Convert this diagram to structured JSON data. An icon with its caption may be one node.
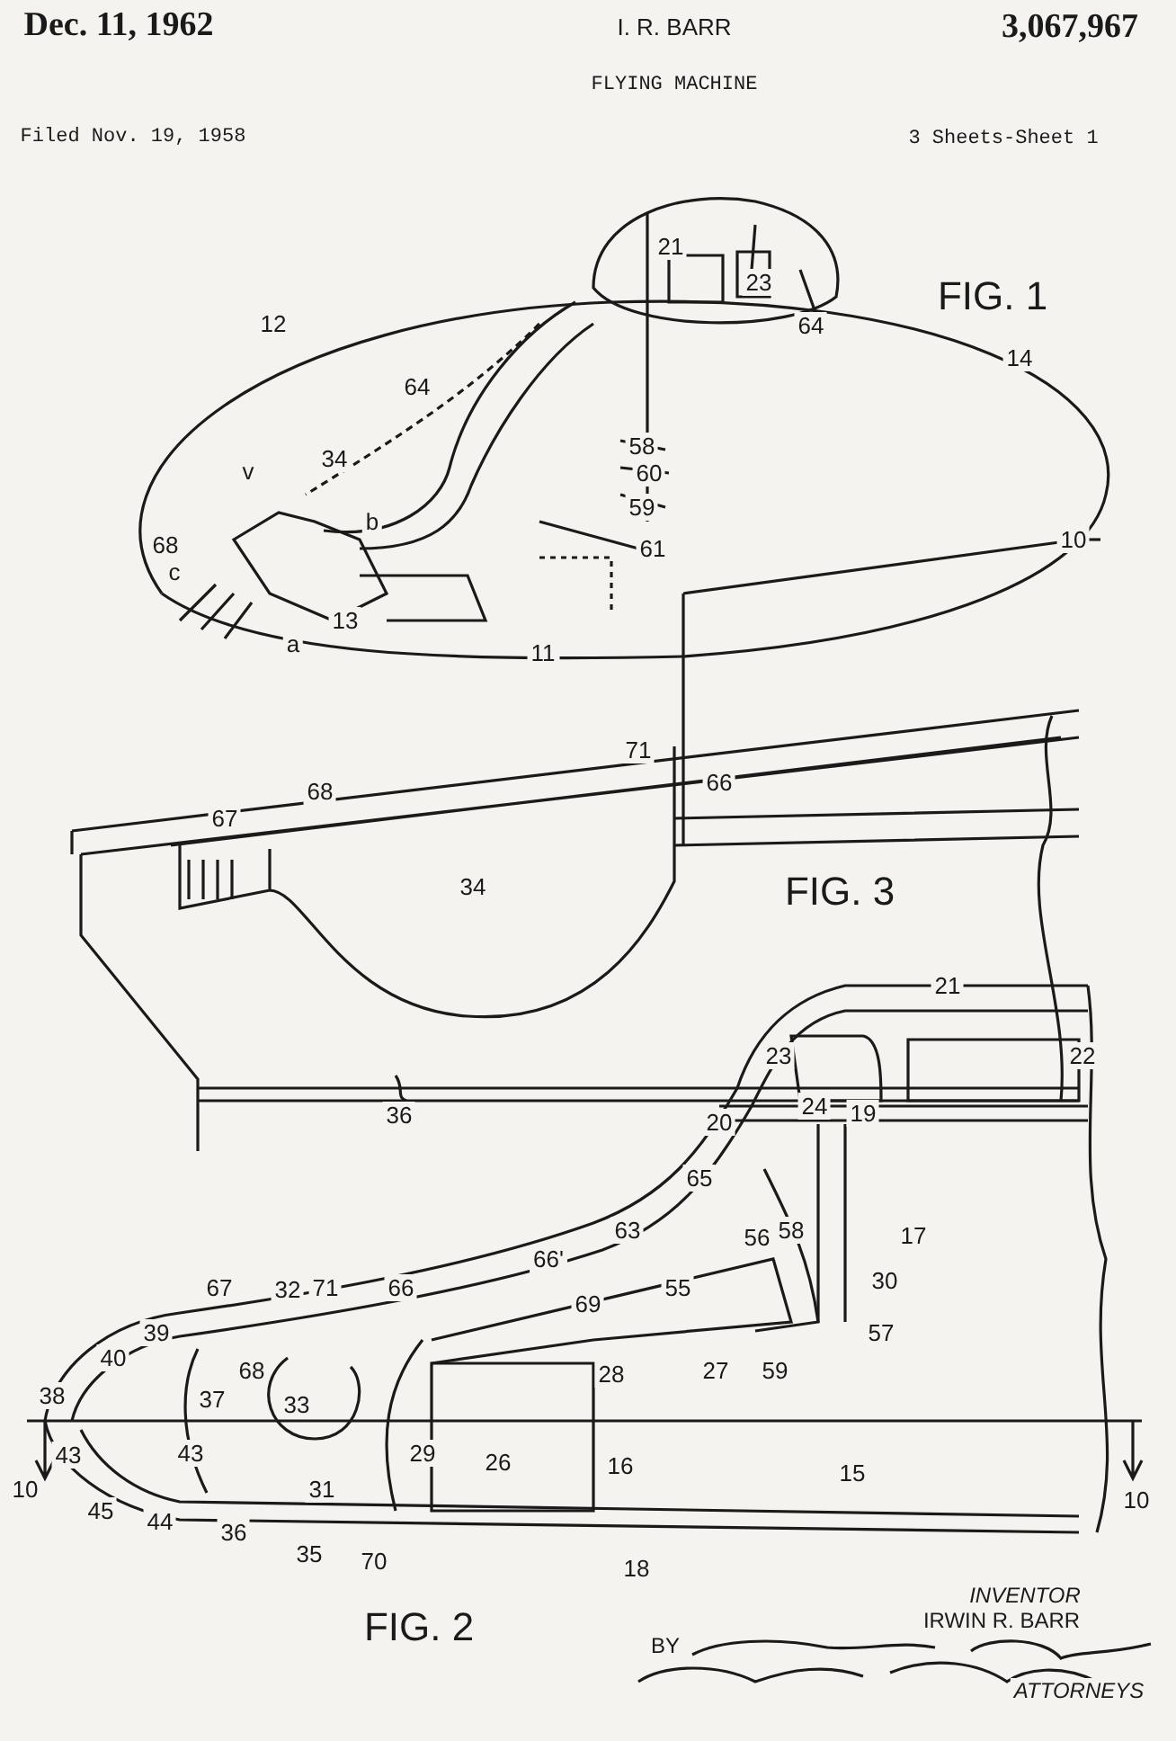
{
  "diagram": {
    "title": "FLYING MACHINE",
    "labels": [
      "Dec. 11, 1962",
      "I. R. BARR",
      "3,067,967",
      "Filed Nov. 19, 1958",
      "3 Sheets-Sheet 1",
      "21",
      "23",
      "12",
      "64",
      "FIG. 1",
      "64",
      "14",
      "v",
      "34",
      "58",
      "60",
      "b",
      "59",
      "68",
      "61",
      "10",
      "c",
      "13",
      "a",
      "11",
      "71",
      "68",
      "67",
      "66",
      "FIG. 3",
      "34",
      "36",
      "21",
      "23",
      "22",
      "24",
      "19",
      "20",
      "65",
      "63",
      "56",
      "58",
      "17",
      "66'",
      "30",
      "67",
      "32",
      "71",
      "66",
      "55",
      "69",
      "39",
      "57",
      "40",
      "68",
      "28",
      "27",
      "59",
      "38",
      "37",
      "33",
      "43",
      "43",
      "29",
      "26",
      "16",
      "15",
      "10",
      "31",
      "10",
      "45",
      "44",
      "36",
      "35",
      "70",
      "18",
      "FIG. 2",
      "INVENTOR",
      "IRWIN R. BARR",
      "BY",
      "ATTORNEYS"
    ]
  }
}
